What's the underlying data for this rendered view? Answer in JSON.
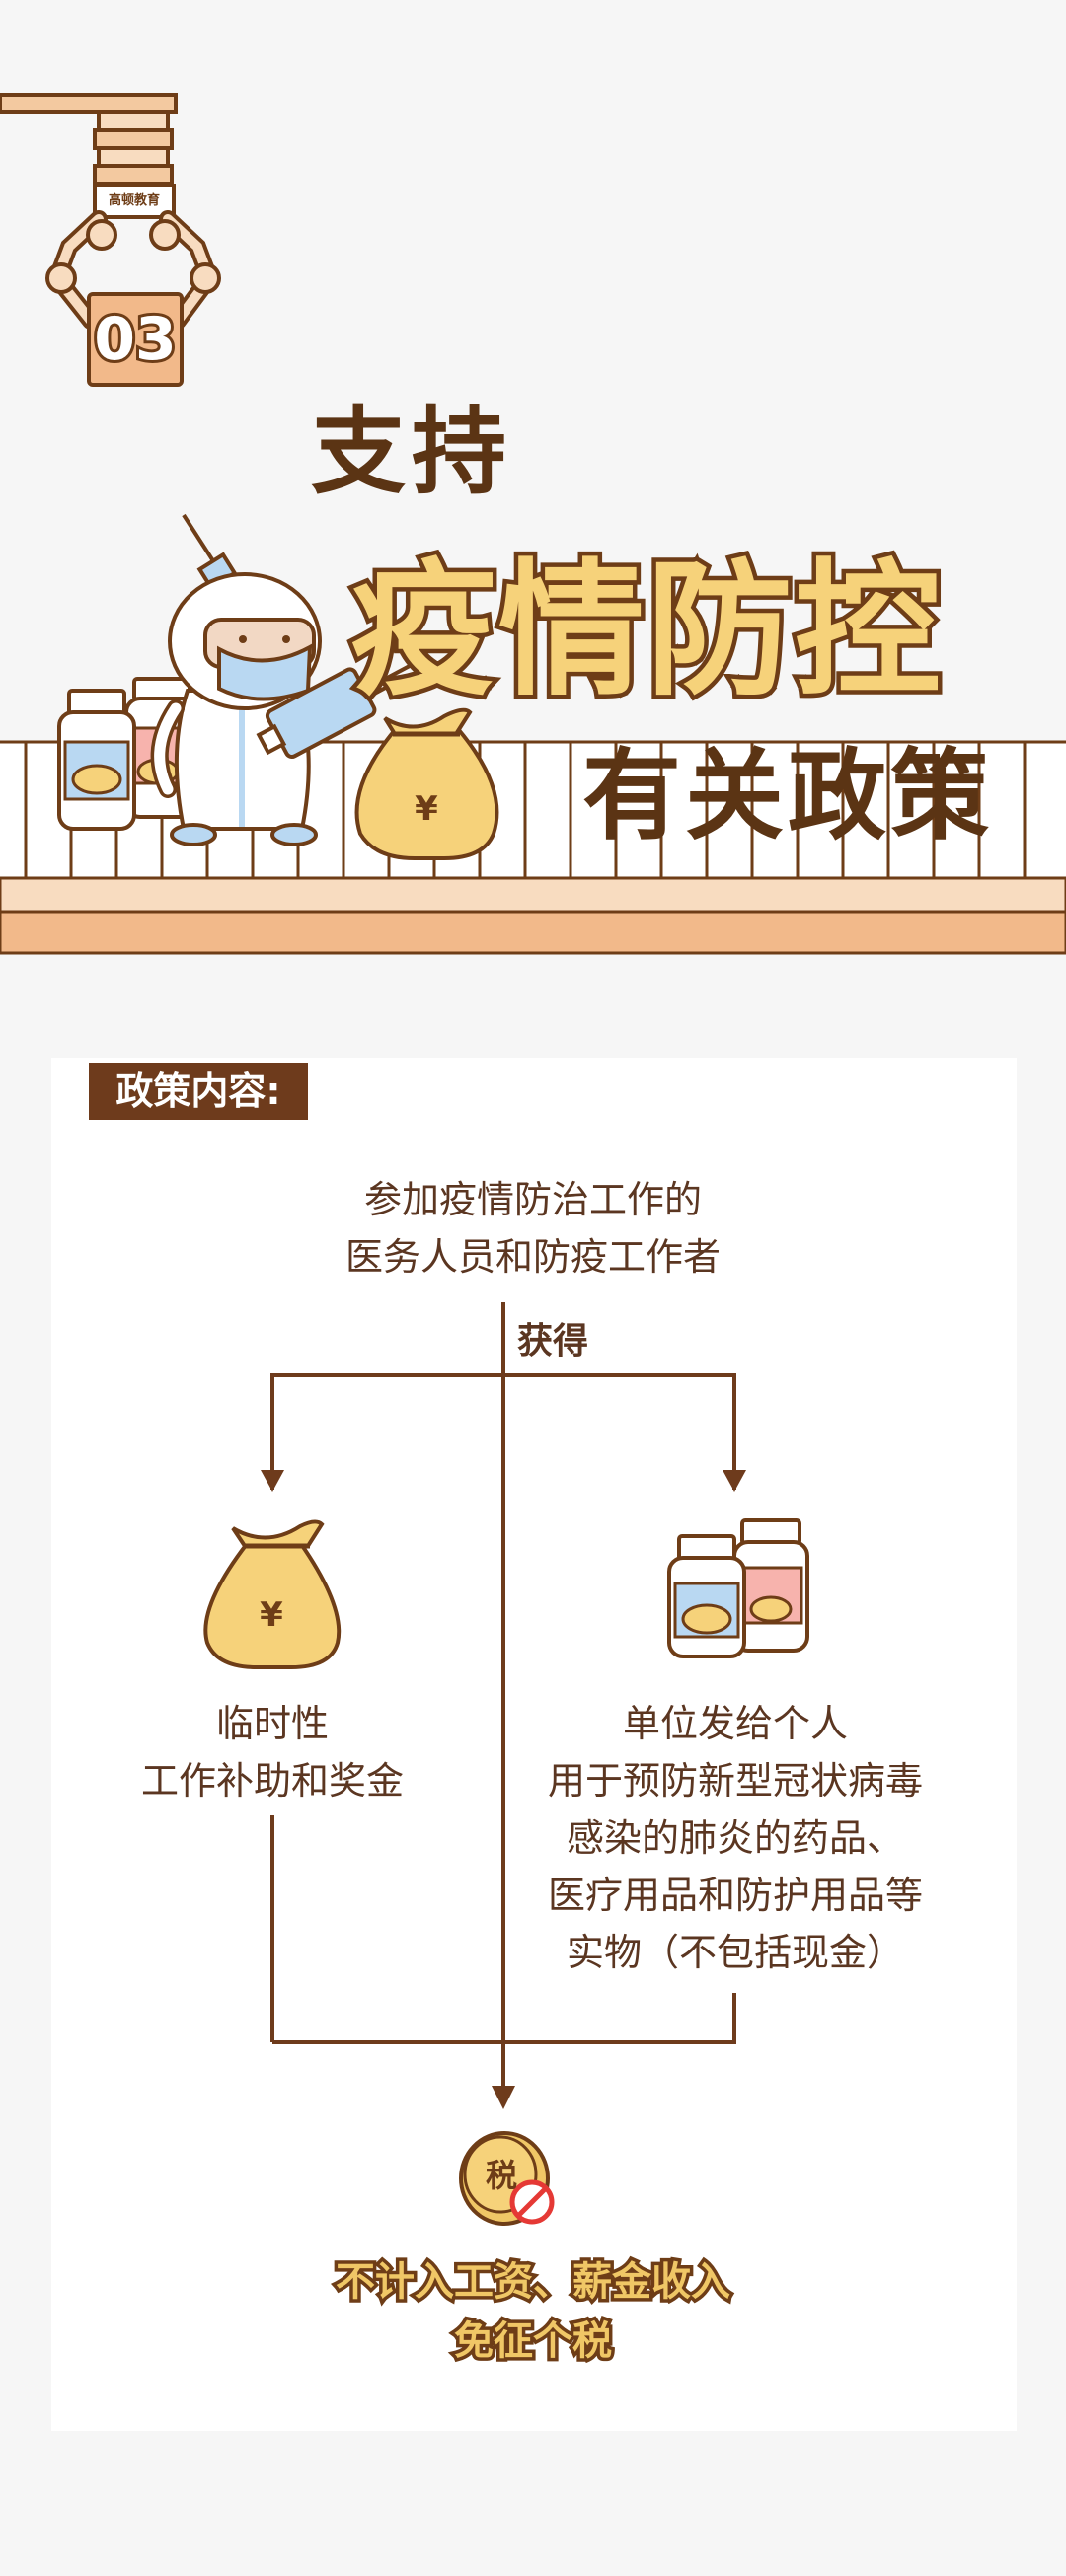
{
  "header": {
    "number": "03",
    "brand": "高顿教育",
    "title_line1": "支持",
    "title_line2": "疫情防控",
    "title_line3": "有关政策",
    "money_symbol": "¥"
  },
  "policy": {
    "badge": "政策内容:",
    "subject_line1": "参加疫情防治工作的",
    "subject_line2": "医务人员和防疫工作者",
    "obtain_label": "获得",
    "left": {
      "icon": "money-bag-icon",
      "symbol": "¥",
      "line1": "临时性",
      "line2": "工作补助和奖金"
    },
    "right": {
      "icon": "medicine-bottles-icon",
      "line1": "单位发给个人",
      "line2": "用于预防新型冠状病毒",
      "line3": "感染的肺炎的药品、",
      "line4": "医疗用品和防护用品等",
      "line5": "实物（不包括现金）"
    },
    "tax_coin_text": "税",
    "result_line1": "不计入工资、薪金收入",
    "result_line2": "免征个税"
  },
  "colors": {
    "brown": "#6e3b1c",
    "gold": "#f6d27a",
    "peach": "#f2c196",
    "background": "#f6f6f6"
  }
}
